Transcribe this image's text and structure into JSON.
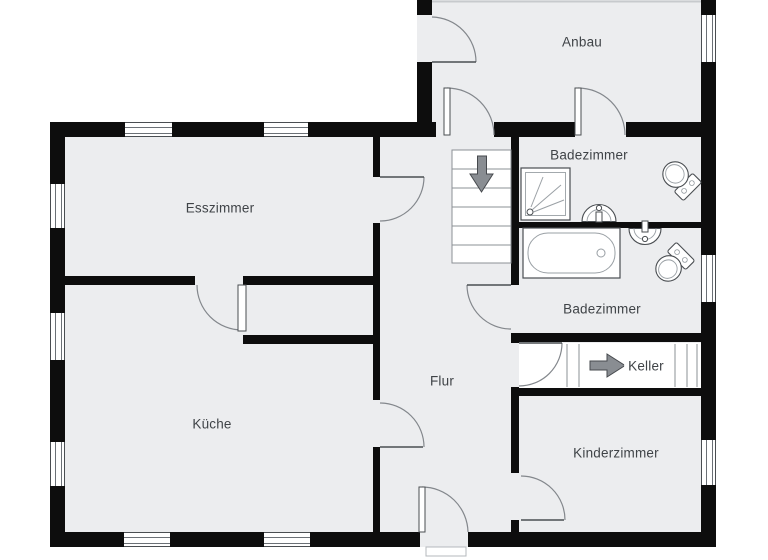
{
  "plan": {
    "type": "floor-plan",
    "language": "de",
    "rooms": [
      {
        "id": "anbau",
        "label": "Anbau"
      },
      {
        "id": "badezimmer-1",
        "label": "Badezimmer"
      },
      {
        "id": "badezimmer-2",
        "label": "Badezimmer"
      },
      {
        "id": "esszimmer",
        "label": "Esszimmer"
      },
      {
        "id": "flur",
        "label": "Flur"
      },
      {
        "id": "kueche",
        "label": "Küche"
      },
      {
        "id": "keller",
        "label": "Keller"
      },
      {
        "id": "kinderzimmer",
        "label": "Kinderzimmer"
      }
    ],
    "fixtures": [
      "staircase-down-icon",
      "staircase-keller-icon",
      "down-arrow-icon",
      "right-arrow-icon",
      "shower-icon",
      "bathtub-icon",
      "sink-icon",
      "sink-icon",
      "toilet-icon",
      "toilet-icon",
      "door-swing-icon",
      "window-icon"
    ],
    "counts": {
      "windows": 10,
      "doors": 10,
      "staircases": 2
    }
  },
  "colors": {
    "wall": "#0d0d0d",
    "floor": "#ecedef",
    "line": "#83878c",
    "dark": "#4a4e52",
    "inner": "#9aa0a5",
    "label": "#3f4347",
    "arrow": "#898d92",
    "arrowedge": "#46494d"
  }
}
